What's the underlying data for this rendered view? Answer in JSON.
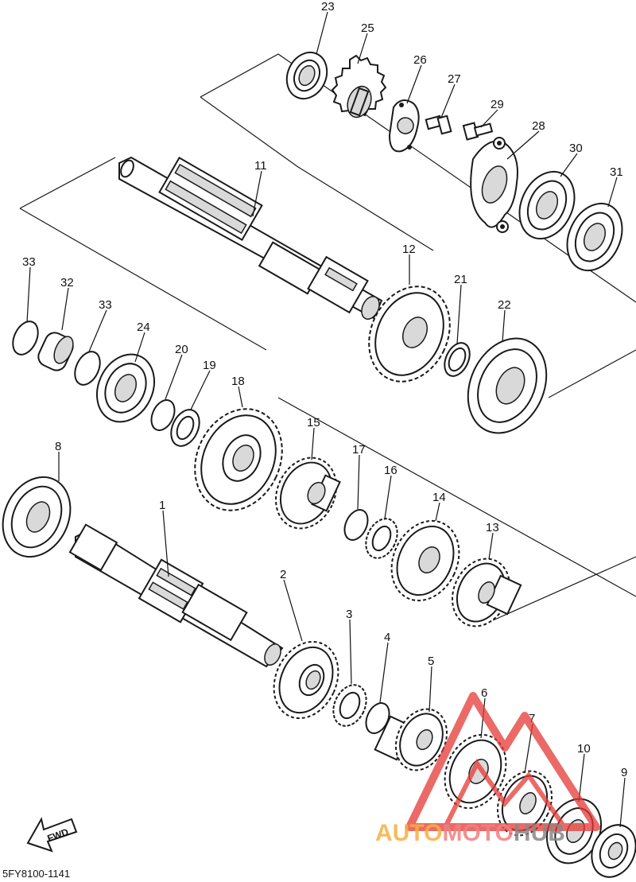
{
  "diagram": {
    "part_code": "5FY8100-1141",
    "fwd_label": "FWD",
    "watermark": {
      "text_a": "AUTO",
      "text_b": "MOTO",
      "text_c": "HUB",
      "color_a": "#f5b041",
      "color_b": "#f08080",
      "color_c": "#888888",
      "logo_color": "#e53935"
    },
    "callouts": [
      "1",
      "2",
      "3",
      "4",
      "5",
      "6",
      "7",
      "8",
      "9",
      "10",
      "11",
      "12",
      "13",
      "14",
      "15",
      "16",
      "17",
      "18",
      "19",
      "20",
      "21",
      "22",
      "23",
      "24",
      "25",
      "26",
      "27",
      "28",
      "29",
      "30",
      "31",
      "32",
      "33"
    ]
  }
}
